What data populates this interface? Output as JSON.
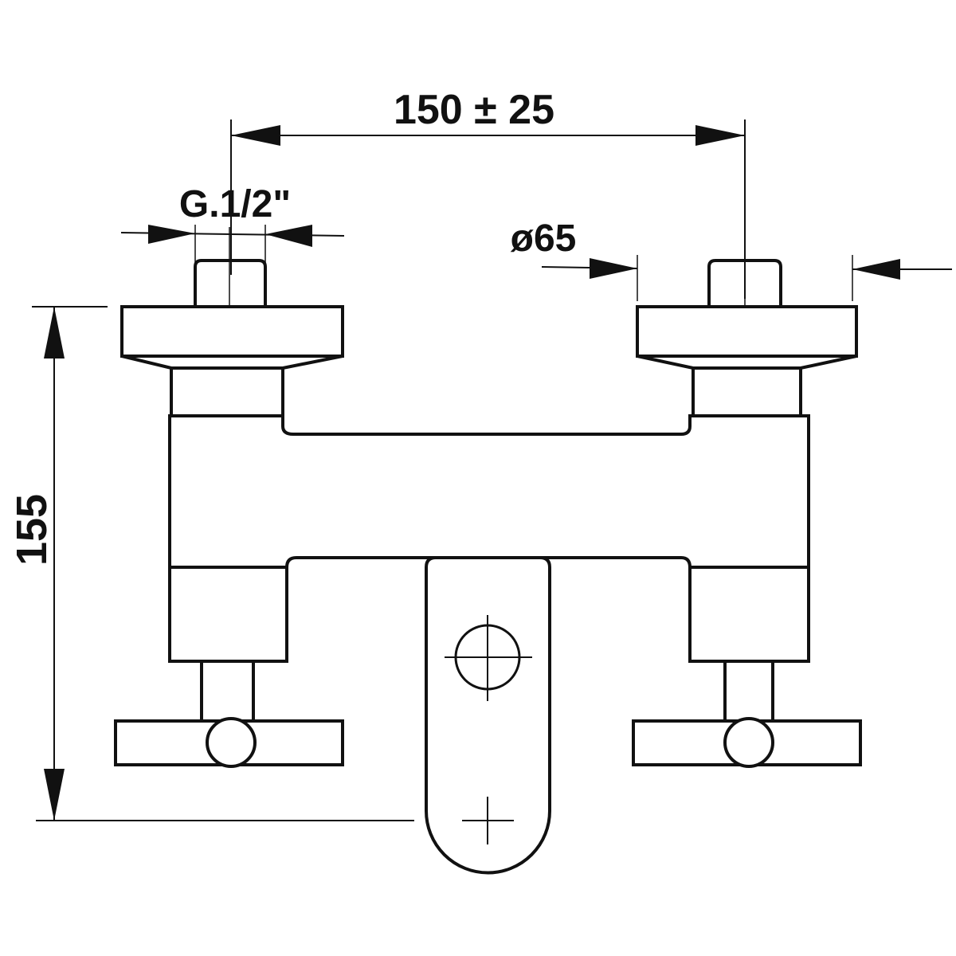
{
  "title": "Wall-mounted mixer dimension drawing",
  "dimensions": {
    "center_distance": "150 ± 25",
    "thread": "G.1/2\"",
    "flange_diameter": "ø65",
    "height": "155"
  },
  "colors": {
    "line": "#111111",
    "background": "#ffffff"
  }
}
